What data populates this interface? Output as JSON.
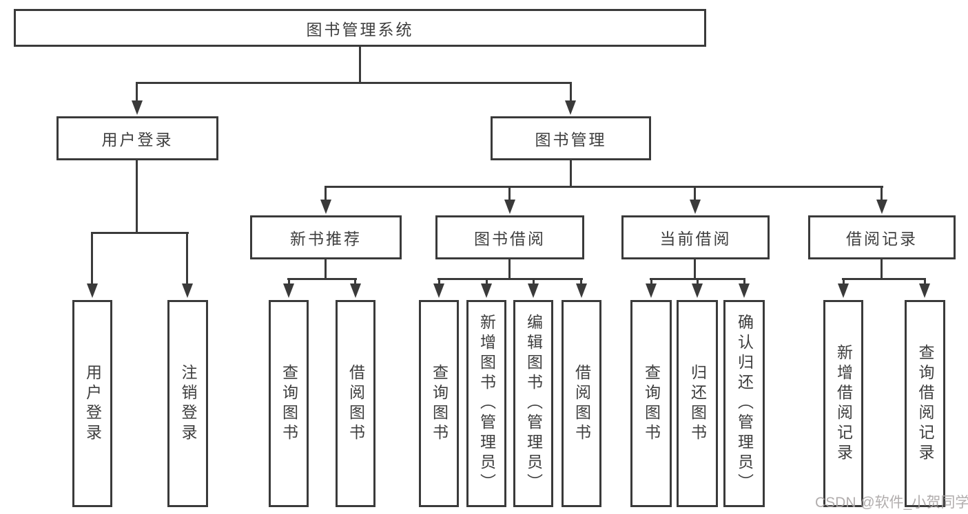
{
  "colors": {
    "line": "#3a3a3a",
    "node_border": "#3a3a3a",
    "node_text": "#3e3e3e",
    "background": "#ffffff",
    "watermark_text": "#a8a4a4"
  },
  "nodes": {
    "root": "图书管理系统",
    "user_login": "用户登录",
    "book_mgmt": "图书管理",
    "new_books": "新书推荐",
    "book_borrow": "图书借阅",
    "current_borrow": "当前借阅",
    "borrow_records": "借阅记录",
    "leaf_user_login": "用户登录",
    "leaf_logout": "注销登录",
    "leaf_nb_query": "查询图书",
    "leaf_nb_borrow": "借阅图书",
    "leaf_bb_query": "查询图书",
    "leaf_bb_add": "新增图书（管理员）",
    "leaf_bb_edit": "编辑图书（管理员）",
    "leaf_bb_borrow": "借阅图书",
    "leaf_cb_query": "查询图书",
    "leaf_cb_return": "归还图书",
    "leaf_cb_confirm": "确认归还（管理员）",
    "leaf_br_add": "新增借阅记录",
    "leaf_br_query": "查询借阅记录"
  },
  "watermark": {
    "text": "CSDN @软件_小贺同学"
  }
}
